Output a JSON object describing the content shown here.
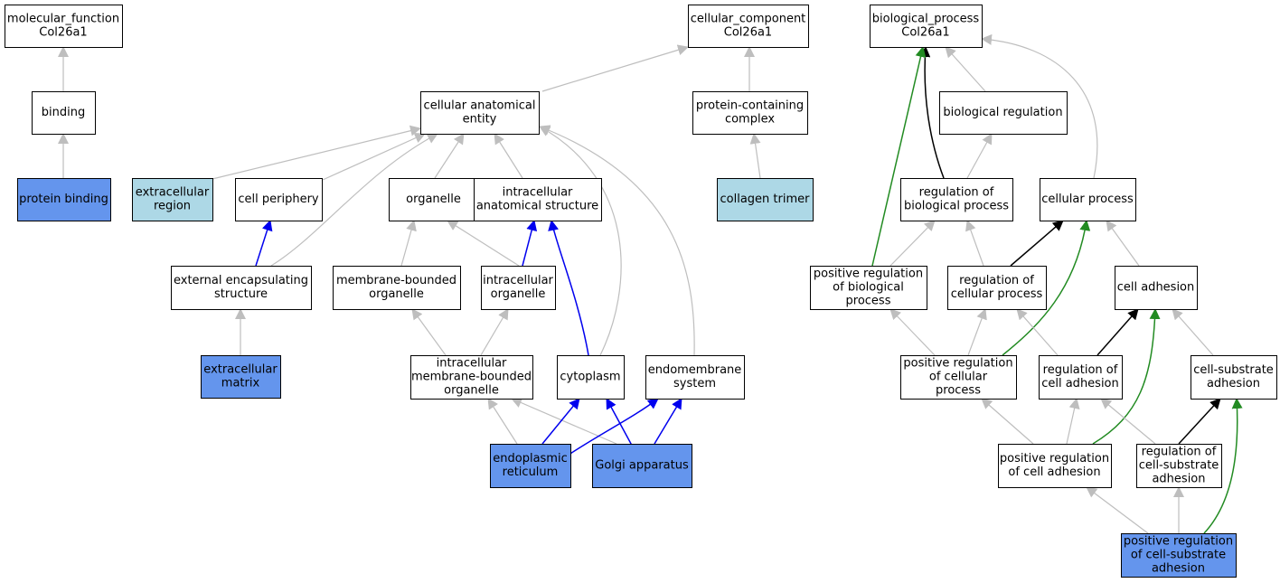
{
  "colors": {
    "plain": "#ffffff",
    "annotated": "#6495ed",
    "light": "#add8e6",
    "edge_is_a": "#bebebe",
    "edge_part_of": "#0000ee",
    "edge_regulates": "#000000",
    "edge_positively_regulates": "#228b22"
  },
  "nodes": [
    {
      "id": "mf",
      "lines": [
        "molecular_function",
        "Col26a1"
      ],
      "fill": "plain"
    },
    {
      "id": "binding",
      "lines": [
        "binding"
      ],
      "fill": "plain"
    },
    {
      "id": "protbind",
      "lines": [
        "protein binding"
      ],
      "fill": "annotated"
    },
    {
      "id": "cc",
      "lines": [
        "cellular_component",
        "Col26a1"
      ],
      "fill": "plain"
    },
    {
      "id": "cae",
      "lines": [
        "cellular anatomical",
        "entity"
      ],
      "fill": "plain"
    },
    {
      "id": "pcc",
      "lines": [
        "protein-containing",
        "complex"
      ],
      "fill": "plain"
    },
    {
      "id": "extreg",
      "lines": [
        "extracellular",
        "region"
      ],
      "fill": "light"
    },
    {
      "id": "cellper",
      "lines": [
        "cell periphery"
      ],
      "fill": "plain"
    },
    {
      "id": "organelle",
      "lines": [
        "organelle"
      ],
      "fill": "plain"
    },
    {
      "id": "ias",
      "lines": [
        "intracellular",
        "anatomical structure"
      ],
      "fill": "plain"
    },
    {
      "id": "coltrimer",
      "lines": [
        "collagen trimer"
      ],
      "fill": "light"
    },
    {
      "id": "extenc",
      "lines": [
        "external encapsulating",
        "structure"
      ],
      "fill": "plain"
    },
    {
      "id": "mbo",
      "lines": [
        "membrane-bounded",
        "organelle"
      ],
      "fill": "plain"
    },
    {
      "id": "intorg",
      "lines": [
        "intracellular",
        "organelle"
      ],
      "fill": "plain"
    },
    {
      "id": "ecm",
      "lines": [
        "extracellular",
        "matrix"
      ],
      "fill": "annotated"
    },
    {
      "id": "imbo",
      "lines": [
        "intracellular",
        "membrane-bounded",
        "organelle"
      ],
      "fill": "plain"
    },
    {
      "id": "cytoplasm",
      "lines": [
        "cytoplasm"
      ],
      "fill": "plain"
    },
    {
      "id": "endomem",
      "lines": [
        "endomembrane",
        "system"
      ],
      "fill": "plain"
    },
    {
      "id": "er",
      "lines": [
        "endoplasmic",
        "reticulum"
      ],
      "fill": "annotated"
    },
    {
      "id": "golgi",
      "lines": [
        "Golgi apparatus"
      ],
      "fill": "annotated"
    },
    {
      "id": "bp",
      "lines": [
        "biological_process",
        "Col26a1"
      ],
      "fill": "plain"
    },
    {
      "id": "bioreg",
      "lines": [
        "biological regulation"
      ],
      "fill": "plain"
    },
    {
      "id": "regbp",
      "lines": [
        "regulation of",
        "biological process"
      ],
      "fill": "plain"
    },
    {
      "id": "cellproc",
      "lines": [
        "cellular process"
      ],
      "fill": "plain"
    },
    {
      "id": "posregbp",
      "lines": [
        "positive regulation",
        "of biological",
        "process"
      ],
      "fill": "plain"
    },
    {
      "id": "regcp",
      "lines": [
        "regulation of",
        "cellular process"
      ],
      "fill": "plain"
    },
    {
      "id": "celladh",
      "lines": [
        "cell adhesion"
      ],
      "fill": "plain"
    },
    {
      "id": "posregcp",
      "lines": [
        "positive regulation",
        "of cellular",
        "process"
      ],
      "fill": "plain"
    },
    {
      "id": "regca",
      "lines": [
        "regulation of",
        "cell adhesion"
      ],
      "fill": "plain"
    },
    {
      "id": "csadh",
      "lines": [
        "cell-substrate",
        "adhesion"
      ],
      "fill": "plain"
    },
    {
      "id": "posregca",
      "lines": [
        "positive regulation",
        "of cell adhesion"
      ],
      "fill": "plain"
    },
    {
      "id": "regcsa",
      "lines": [
        "regulation of",
        "cell-substrate",
        "adhesion"
      ],
      "fill": "plain"
    },
    {
      "id": "posregcsa",
      "lines": [
        "positive regulation",
        "of cell-substrate",
        "adhesion"
      ],
      "fill": "annotated"
    }
  ],
  "edges": [
    {
      "from": "binding",
      "to": "mf",
      "type": "is_a"
    },
    {
      "from": "protbind",
      "to": "binding",
      "type": "is_a"
    },
    {
      "from": "cae",
      "to": "cc",
      "type": "is_a"
    },
    {
      "from": "pcc",
      "to": "cc",
      "type": "is_a"
    },
    {
      "from": "coltrimer",
      "to": "pcc",
      "type": "is_a"
    },
    {
      "from": "extreg",
      "to": "cae",
      "type": "is_a"
    },
    {
      "from": "cellper",
      "to": "cae",
      "type": "is_a"
    },
    {
      "from": "organelle",
      "to": "cae",
      "type": "is_a"
    },
    {
      "from": "ias",
      "to": "cae",
      "type": "is_a"
    },
    {
      "from": "extenc",
      "to": "cae",
      "type": "is_a"
    },
    {
      "from": "cytoplasm",
      "to": "cae",
      "type": "is_a"
    },
    {
      "from": "endomem",
      "to": "cae",
      "type": "is_a"
    },
    {
      "from": "extenc",
      "to": "cellper",
      "type": "part_of"
    },
    {
      "from": "ecm",
      "to": "extenc",
      "type": "is_a"
    },
    {
      "from": "mbo",
      "to": "organelle",
      "type": "is_a"
    },
    {
      "from": "intorg",
      "to": "organelle",
      "type": "is_a"
    },
    {
      "from": "intorg",
      "to": "ias",
      "type": "part_of"
    },
    {
      "from": "cytoplasm",
      "to": "ias",
      "type": "part_of"
    },
    {
      "from": "imbo",
      "to": "mbo",
      "type": "is_a"
    },
    {
      "from": "imbo",
      "to": "intorg",
      "type": "is_a"
    },
    {
      "from": "er",
      "to": "imbo",
      "type": "is_a"
    },
    {
      "from": "golgi",
      "to": "imbo",
      "type": "is_a"
    },
    {
      "from": "er",
      "to": "cytoplasm",
      "type": "part_of"
    },
    {
      "from": "golgi",
      "to": "cytoplasm",
      "type": "part_of"
    },
    {
      "from": "er",
      "to": "endomem",
      "type": "part_of"
    },
    {
      "from": "golgi",
      "to": "endomem",
      "type": "part_of"
    },
    {
      "from": "bioreg",
      "to": "bp",
      "type": "is_a"
    },
    {
      "from": "cellproc",
      "to": "bp",
      "type": "is_a"
    },
    {
      "from": "regbp",
      "to": "bp",
      "type": "regulates"
    },
    {
      "from": "posregbp",
      "to": "bp",
      "type": "positively_regulates"
    },
    {
      "from": "regbp",
      "to": "bioreg",
      "type": "is_a"
    },
    {
      "from": "posregbp",
      "to": "regbp",
      "type": "is_a"
    },
    {
      "from": "regcp",
      "to": "regbp",
      "type": "is_a"
    },
    {
      "from": "regcp",
      "to": "cellproc",
      "type": "regulates"
    },
    {
      "from": "posregcp",
      "to": "cellproc",
      "type": "positively_regulates"
    },
    {
      "from": "celladh",
      "to": "cellproc",
      "type": "is_a"
    },
    {
      "from": "posregcp",
      "to": "posregbp",
      "type": "is_a"
    },
    {
      "from": "posregcp",
      "to": "regcp",
      "type": "is_a"
    },
    {
      "from": "regca",
      "to": "regcp",
      "type": "is_a"
    },
    {
      "from": "regca",
      "to": "celladh",
      "type": "regulates"
    },
    {
      "from": "posregca",
      "to": "celladh",
      "type": "positively_regulates"
    },
    {
      "from": "csadh",
      "to": "celladh",
      "type": "is_a"
    },
    {
      "from": "posregca",
      "to": "posregcp",
      "type": "is_a"
    },
    {
      "from": "posregca",
      "to": "regca",
      "type": "is_a"
    },
    {
      "from": "regcsa",
      "to": "regca",
      "type": "is_a"
    },
    {
      "from": "regcsa",
      "to": "csadh",
      "type": "regulates"
    },
    {
      "from": "posregcsa",
      "to": "posregca",
      "type": "is_a"
    },
    {
      "from": "posregcsa",
      "to": "regcsa",
      "type": "is_a"
    },
    {
      "from": "posregcsa",
      "to": "csadh",
      "type": "positively_regulates"
    }
  ]
}
